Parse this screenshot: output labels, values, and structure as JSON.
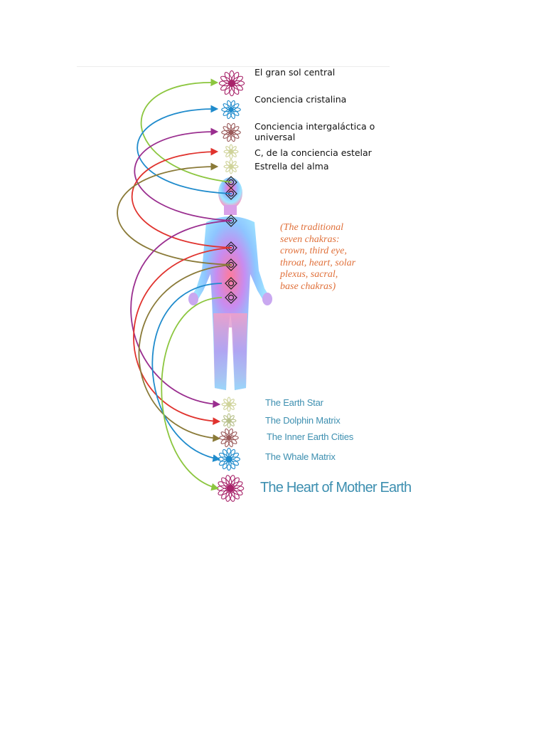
{
  "upper_labels": [
    {
      "id": "gran-sol",
      "text": "El gran sol central"
    },
    {
      "id": "cristalina",
      "text": "Conciencia cristalina"
    },
    {
      "id": "intergalactica",
      "text": "Conciencia intergaláctica o universal"
    },
    {
      "id": "estelar",
      "text": "C, de la conciencia estelar"
    },
    {
      "id": "alma",
      "text": "Estrella del alma"
    }
  ],
  "note": "(The traditional seven chakras: crown, third eye, throat, heart, solar plexus, sacral, base chakras)",
  "lower_labels": [
    {
      "id": "earth-star",
      "text": "The Earth Star"
    },
    {
      "id": "dolphin",
      "text": "The Dolphin Matrix"
    },
    {
      "id": "inner-earth",
      "text": "The Inner Earth Cities"
    },
    {
      "id": "whale",
      "text": "The Whale Matrix"
    }
  ],
  "heart_label": "The Heart of Mother Earth",
  "colors": {
    "green": "#8cc63f",
    "blue": "#1f8bcc",
    "purple": "#9a2e8f",
    "red": "#e0332e",
    "olive": "#8a7a38",
    "rose": "#a8246a",
    "note": "#e0703a",
    "teal_text": "#3d8fb0",
    "star_pale": "#cfd39a",
    "star_brown": "#9a5a5a"
  }
}
